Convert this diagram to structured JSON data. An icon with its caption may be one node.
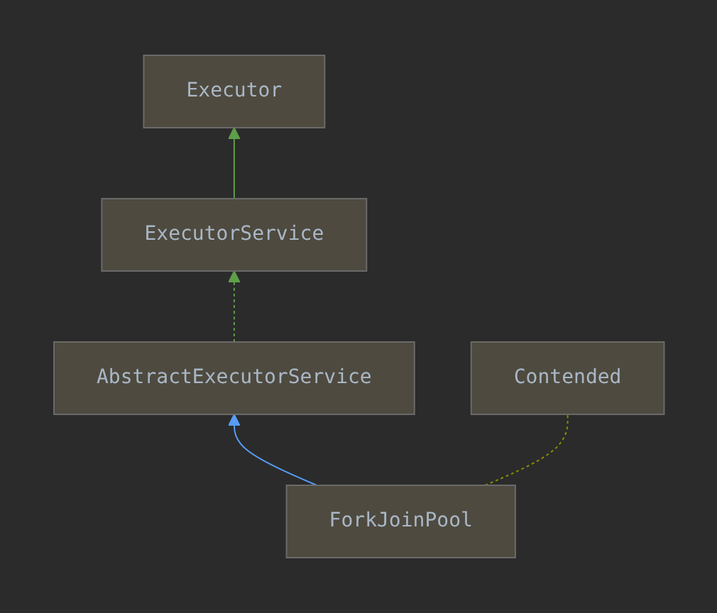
{
  "diagram": {
    "nodes": [
      {
        "text": [
          "Executor"
        ]
      },
      {
        "text": [
          "ExecutorService"
        ]
      },
      {
        "text": [
          "AbstractExecutorService"
        ]
      },
      {
        "text": [
          "Contended"
        ]
      },
      {
        "text": [
          "ForkJoinPool"
        ]
      }
    ],
    "edges": [
      {
        "from": 1,
        "to": 0,
        "arrow": "to",
        "color": "#5f9e4a"
      },
      {
        "from": 2,
        "to": 1,
        "arrow": "to",
        "style": "dashed",
        "color": "#5f9e4a"
      },
      {
        "from": 4,
        "to": 2,
        "arrow": "to",
        "color": "#589df6"
      },
      {
        "from": 4,
        "to": 3,
        "arrow": "none",
        "style": "dashed",
        "color": "#8c8c00"
      }
    ]
  }
}
